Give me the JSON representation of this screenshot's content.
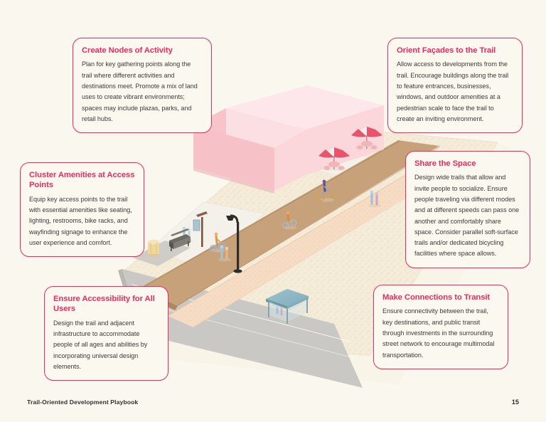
{
  "document": {
    "footer_title": "Trail-Oriented Development Playbook",
    "page_number": "15"
  },
  "colors": {
    "background": "#faf7ee",
    "accent_pink": "#ea2a60",
    "body_text": "#3c3c3c",
    "building_pink_dark": "#f6c1c7",
    "building_pink_mid": "#fbd6da",
    "building_pink_light": "#fde6e9",
    "trail_brown": "#c6a17a",
    "soft_surface": "#f5d9c0",
    "ground_beige": "#f3e9d6",
    "sidewalk_gray": "#c4c3bf",
    "plaza_white": "#f4f1ea",
    "shelter_blue": "#8fb8c4"
  },
  "callouts": [
    {
      "id": "create-nodes-of-activity",
      "title": "Create Nodes of Activity",
      "body": "Plan for key gathering points along the trail where different activities and destinations meet. Promote a mix of land uses to create vibrant environments; spaces may include plazas, parks, and retail hubs."
    },
    {
      "id": "orient-facades-to-the-trail",
      "title": "Orient Façades to the Trail",
      "body": "Allow access to developments from the trail. Encourage buildings along the trail to feature entrances, businesses, windows, and outdoor amenities at a pedestrian scale to face the trail to create an inviting environment."
    },
    {
      "id": "cluster-amenities-at-access-points",
      "title": "Cluster Amenities at Access Points",
      "body": "Equip key access points to the trail with essential amenities like seating, lighting, restrooms, bike racks, and wayfinding signage to enhance the user experience and comfort."
    },
    {
      "id": "share-the-space",
      "title": "Share the Space",
      "body": "Design wide trails that allow and invite people to socialize. Ensure people traveling via different modes and at different speeds can pass one another and comfortably share space. Consider parallel soft-surface trails and/or dedicated bicycling facilities where space allows."
    },
    {
      "id": "ensure-accessibility-for-all-users",
      "title": "Ensure Accessibility for All Users",
      "body": "Design the trail and adjacent infrastructure to accommodate people of all ages and abilities by incorporating universal design elements."
    },
    {
      "id": "make-connections-to-transit",
      "title": "Make Connections to Transit",
      "body": "Ensure connectivity between the trail, key destinations, and public transit through investments in the surrounding street network to encourage multimodal transportation."
    }
  ],
  "illustration": {
    "description": "Isometric diagram of a trail corridor",
    "elements": [
      "building-block-pink",
      "patio-umbrella",
      "patio-umbrella",
      "plaza-paving",
      "paved-trail",
      "soft-surface-trail",
      "cyclist",
      "cyclist",
      "cyclist",
      "pedestrian-pair",
      "pedestrian-pair",
      "park-bench",
      "trash-receptacle",
      "wayfinding-sign",
      "street-lamp",
      "transit-shelter",
      "street"
    ]
  }
}
